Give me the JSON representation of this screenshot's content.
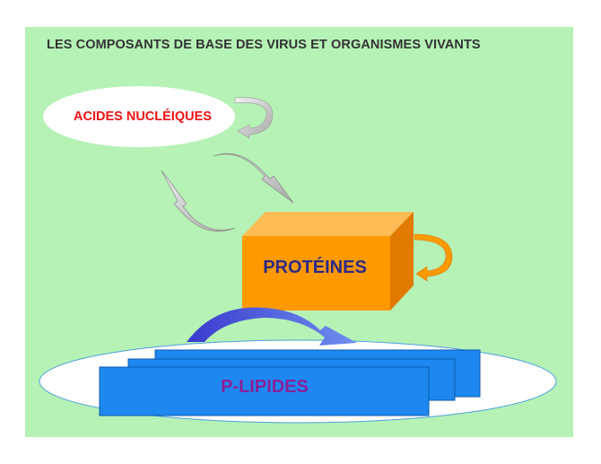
{
  "title": "LES COMPOSANTS DE BASE DES VIRUS ET ORGANISMES VIVANTS",
  "nodes": {
    "acides_nucleiques": "ACIDES NUCLÉIQUES",
    "proteines": "PROTÉINES",
    "p_lipides": "P-LIPIDES"
  },
  "colors": {
    "background": "#b6f2b6",
    "acides_text": "#ee1111",
    "proteines_box": "#ff9900",
    "proteines_text": "#2a2a88",
    "lipides_sheet": "#1e88f0",
    "lipides_text": "#882299",
    "arrow_gray": "#cccccc",
    "arrow_orange": "#ff9900",
    "arrow_blue": "#4466dd"
  }
}
